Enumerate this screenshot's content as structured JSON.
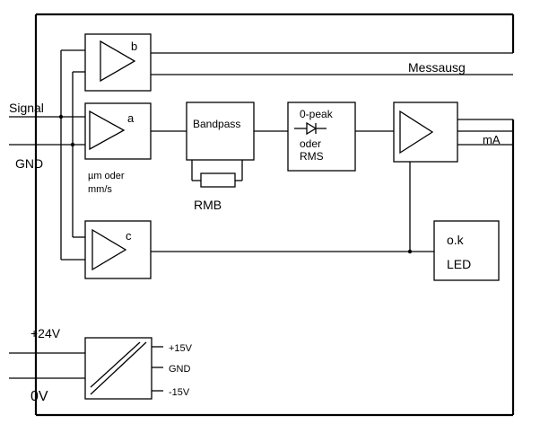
{
  "labels": {
    "signal": "Signal",
    "gnd_in": "GND",
    "amp_b": "b",
    "amp_a": "a",
    "amp_c": "c",
    "unit_line1": "µm oder",
    "unit_line2": "mm/s",
    "bandpass": "Bandpass",
    "rmb": "RMB",
    "peak_line1": "0-peak",
    "peak_line2": "oder",
    "peak_line3": "RMS",
    "messausg": "Messausg",
    "ma": "mA",
    "ok": "o.k",
    "led": "LED",
    "v24": "+24V",
    "v0": "0V",
    "p15": "+15V",
    "gnd_out": "GND",
    "m15": "-15V"
  }
}
